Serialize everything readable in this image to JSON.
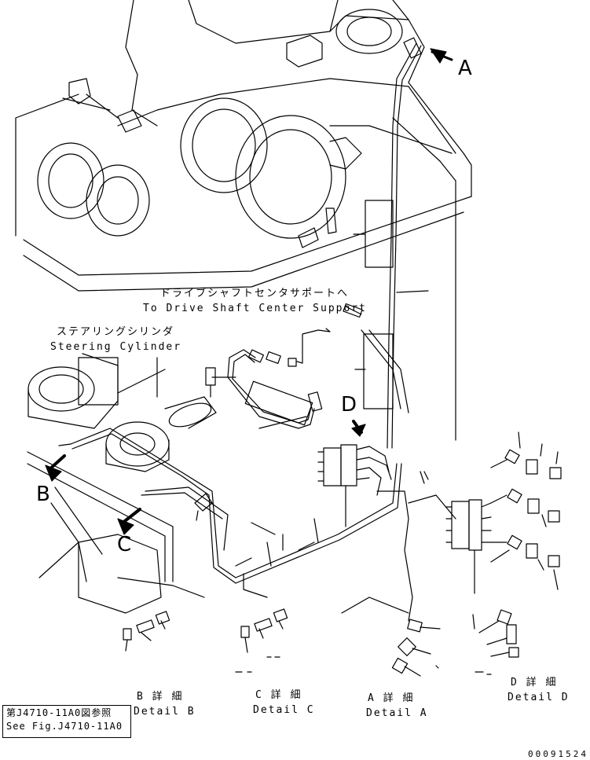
{
  "callouts": {
    "to_drive_shaft_jp": "ドライブシャフトセンタサポートへ",
    "to_drive_shaft_en": "To Drive Shaft Center Support",
    "steering_cyl_jp": "ステアリングシリンダ",
    "steering_cyl_en": "Steering Cylinder"
  },
  "view_letters": {
    "a": "A",
    "b": "B",
    "c": "C",
    "d": "D",
    "c_body": "C"
  },
  "details": {
    "b_jp": "B 詳 細",
    "b_en": "Detail B",
    "c_jp": "C 詳 細",
    "c_en": "Detail C",
    "a_jp": "A 詳 細",
    "a_en": "Detail A",
    "d_jp": "D 詳 細",
    "d_en": "Detail D"
  },
  "reference": {
    "jp": "第J4710-11A0図参照",
    "en": "See Fig.J4710-11A0"
  },
  "drawing_number": "00091524"
}
